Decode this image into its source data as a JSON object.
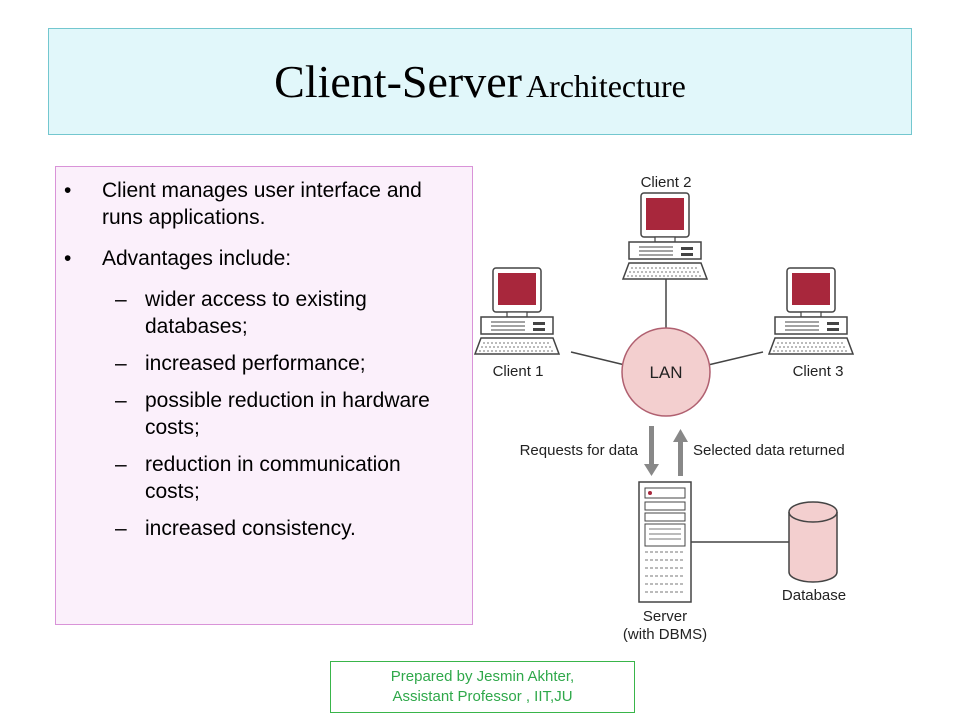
{
  "title": {
    "main": "Client-Server",
    "sub": "Architecture"
  },
  "bullets": [
    {
      "level": 1,
      "marker": "•",
      "text": "Client manages user interface and runs applications."
    },
    {
      "level": 1,
      "marker": "•",
      "text": "Advantages include:"
    },
    {
      "level": 2,
      "marker": "–",
      "text": "wider access to existing databases;"
    },
    {
      "level": 2,
      "marker": "–",
      "text": "increased performance;"
    },
    {
      "level": 2,
      "marker": "–",
      "text": "possible reduction in hardware costs;"
    },
    {
      "level": 2,
      "marker": "–",
      "text": "reduction in communication costs;"
    },
    {
      "level": 2,
      "marker": "–",
      "text": "increased consistency."
    }
  ],
  "diagram": {
    "clients": [
      {
        "id": "client1",
        "label": "Client 1"
      },
      {
        "id": "client2",
        "label": "Client 2"
      },
      {
        "id": "client3",
        "label": "Client 3"
      }
    ],
    "hub_label": "LAN",
    "request_label": "Requests for data",
    "response_label": "Selected data returned",
    "server_label_line1": "Server",
    "server_label_line2": "(with DBMS)",
    "database_label": "Database",
    "colors": {
      "screen": "#a8273c",
      "hub_fill": "#f3cfcf",
      "hub_stroke": "#b06070",
      "device_stroke": "#444444",
      "arrow": "#888888"
    }
  },
  "footer": {
    "line1": "Prepared by Jesmin Akhter,",
    "line2": "Assistant Professor , IIT,JU"
  }
}
